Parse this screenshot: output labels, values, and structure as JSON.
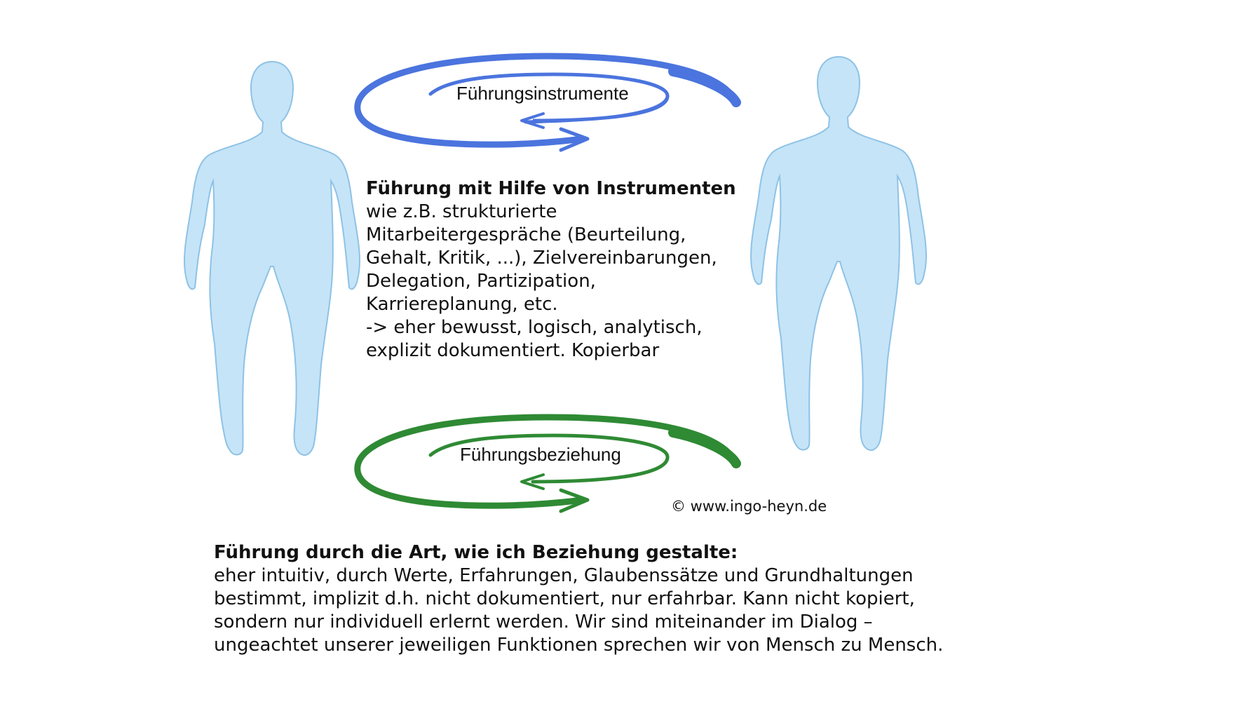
{
  "colors": {
    "figure_fill": "#c5e4f7",
    "figure_stroke": "#8ec2e6",
    "instruments_loop": "#4b74de",
    "relationship_loop": "#2f8a34",
    "text": "#111111"
  },
  "icons": {
    "left_figure": "person-silhouette",
    "right_figure": "person-silhouette",
    "top_loop": "circular-arrow",
    "bottom_loop": "circular-arrow"
  },
  "loops": {
    "instruments_label": "Führungsinstrumente",
    "relationship_label": "Führungsbeziehung"
  },
  "instruments": {
    "heading": "Führung mit Hilfe von Instrumenten",
    "lines": [
      "wie z.B. strukturierte",
      "Mitarbeitergespräche (Beurteilung,",
      "Gehalt, Kritik, ...), Zielvereinbarungen,",
      "Delegation, Partizipation,",
      "Karriereplanung, etc.",
      "-> eher bewusst, logisch, analytisch,",
      "explizit dokumentiert. Kopierbar"
    ]
  },
  "copyright": "© www.ingo-heyn.de",
  "relationship": {
    "heading": "Führung durch die Art, wie ich Beziehung gestalte:",
    "lines": [
      "eher intuitiv, durch Werte, Erfahrungen, Glaubenssätze und Grundhaltungen",
      "bestimmt, implizit d.h. nicht dokumentiert, nur erfahrbar. Kann nicht kopiert,",
      "sondern nur individuell erlernt werden. Wir sind miteinander im Dialog –",
      "ungeachtet unserer jeweiligen Funktionen sprechen wir von Mensch zu Mensch."
    ]
  }
}
